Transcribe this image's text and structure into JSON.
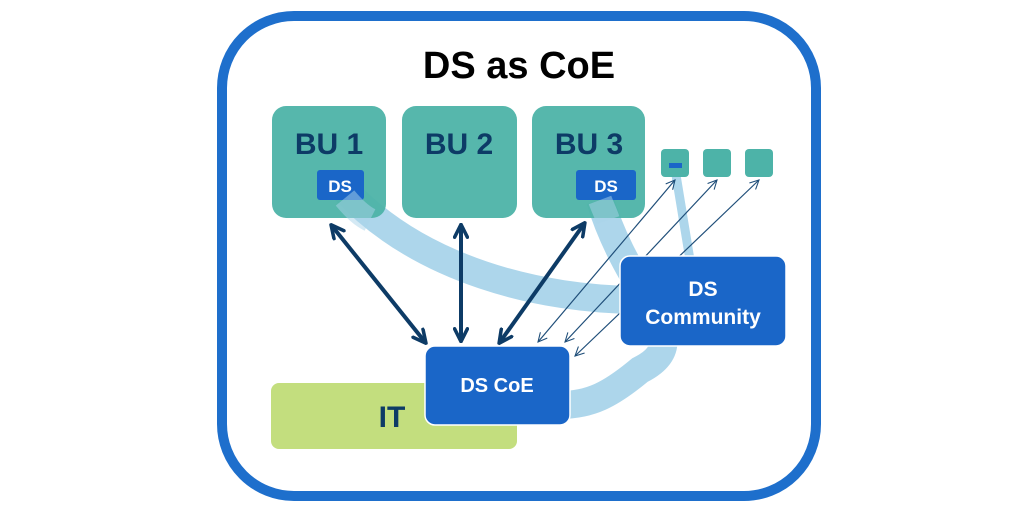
{
  "title": "DS as CoE",
  "colors": {
    "frame": "#1e6fcc",
    "bu_fill": "#4db3a8",
    "bu_text": "#0d3b66",
    "ds_fill": "#1a66c8",
    "ds_text": "#ffffff",
    "it_fill": "#c3de7e",
    "it_text": "#0d3b66",
    "band": "#a9d4ea",
    "arrow": "#0d3b66"
  },
  "business_units": [
    {
      "label": "BU 1",
      "has_ds": true,
      "ds_label": "DS"
    },
    {
      "label": "BU 2",
      "has_ds": false
    },
    {
      "label": "BU 3",
      "has_ds": true,
      "ds_label": "DS"
    }
  ],
  "small_units_count": 3,
  "ds_coe": {
    "label": "DS CoE"
  },
  "ds_community": {
    "line1": "DS",
    "line2": "Community"
  },
  "it": {
    "label": "IT"
  }
}
